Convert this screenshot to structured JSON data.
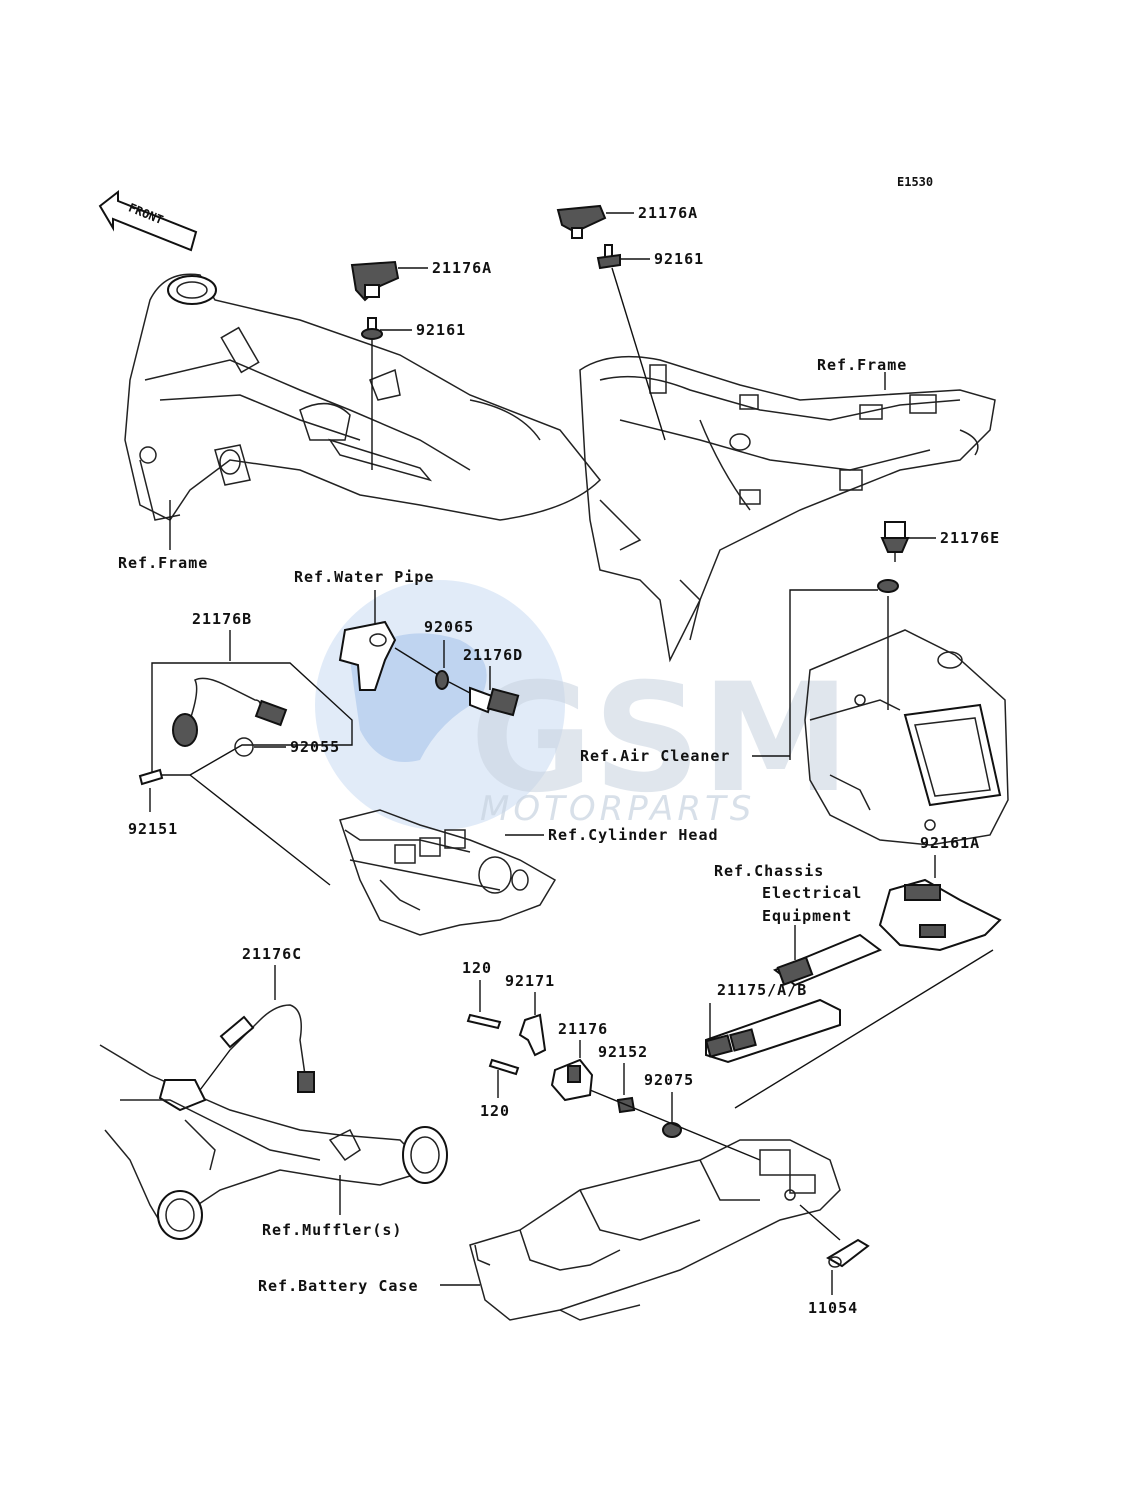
{
  "diagram_code": "E1530",
  "front_arrow_label": "FRONT",
  "watermark": {
    "brand": "GSM",
    "subtitle": "MOTORPARTS",
    "globe_color": "#5b8fd6",
    "letter_color": "#c8d3e0"
  },
  "labels": {
    "p21176A_left": "21176A",
    "p92161_left": "92161",
    "ref_frame_left": "Ref.Frame",
    "p21176A_right": "21176A",
    "p92161_right": "92161",
    "ref_frame_right": "Ref.Frame",
    "p21176E": "21176E",
    "ref_water_pipe": "Ref.Water Pipe",
    "p92065": "92065",
    "p21176D": "21176D",
    "p21176B": "21176B",
    "p92055": "92055",
    "p92151": "92151",
    "ref_air_cleaner": "Ref.Air Cleaner",
    "ref_cylinder_head": "Ref.Cylinder Head",
    "p92161A": "92161A",
    "ref_chassis_1": "Ref.Chassis",
    "ref_chassis_2": "Electrical",
    "ref_chassis_3": "Equipment",
    "p21176C": "21176C",
    "p120_top": "120",
    "p92171": "92171",
    "p21176": "21176",
    "p92152": "92152",
    "p21175AB": "21175/A/B",
    "p92075": "92075",
    "p120_bottom": "120",
    "ref_muffler": "Ref.Muffler(s)",
    "ref_battery_case": "Ref.Battery Case",
    "p11054": "11054"
  }
}
